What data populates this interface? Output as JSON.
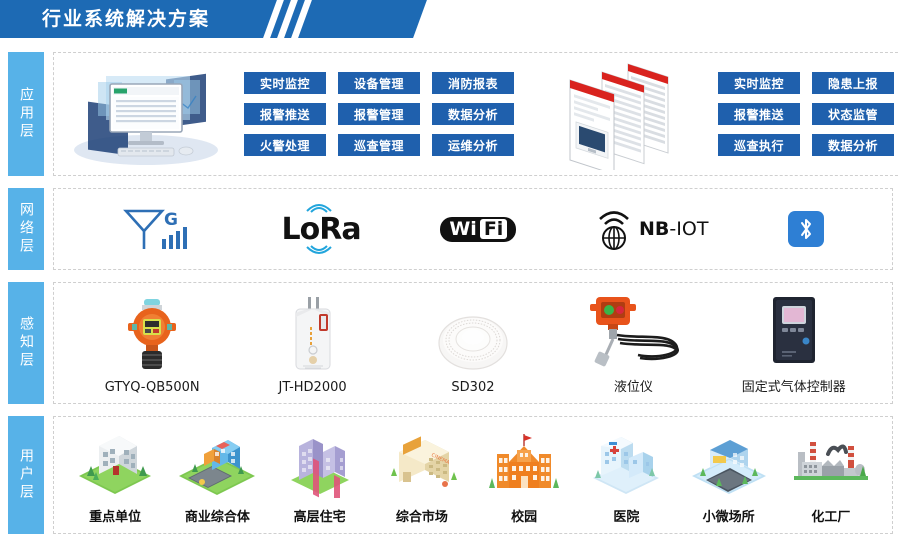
{
  "header": {
    "title": "行业系统解决方案",
    "accent_color": "#1d6ab4",
    "slash_count": 3
  },
  "layers": [
    {
      "id": "application",
      "tag": "应用层",
      "tag_color": "#57b2e8",
      "groups": [
        {
          "art": "desktop-monitor-dashboard",
          "buttons": [
            "实时监控",
            "设备管理",
            "消防报表",
            "报警推送",
            "报警管理",
            "数据分析",
            "火警处理",
            "巡查管理",
            "运维分析"
          ]
        },
        {
          "art": "mobile-app-screens",
          "buttons": [
            "实时监控",
            "隐患上报",
            "报警推送",
            "状态监管",
            "巡查执行",
            "数据分析"
          ]
        }
      ]
    },
    {
      "id": "network",
      "tag": "网络层",
      "tag_color": "#57b2e8",
      "items": [
        {
          "icon": "cellular-4g-antenna-icon",
          "label": "G"
        },
        {
          "icon": "lora-logo-icon",
          "label": "LoRa"
        },
        {
          "icon": "wifi-logo-icon",
          "label_a": "Wi",
          "label_b": "Fi"
        },
        {
          "icon": "nb-iot-globe-icon",
          "label_bold": "NB",
          "label_thin": "-IOT"
        },
        {
          "icon": "bluetooth-icon",
          "label": ""
        }
      ]
    },
    {
      "id": "sensing",
      "tag": "感知层",
      "tag_color": "#57b2e8",
      "devices": [
        {
          "art": "gas-detector-orange-icon",
          "label": "GTYQ-QB500N"
        },
        {
          "art": "gas-alarm-white-wall-icon",
          "label": "JT-HD2000"
        },
        {
          "art": "smoke-detector-round-icon",
          "label": "SD302"
        },
        {
          "art": "liquid-level-probe-icon",
          "label": "液位仪"
        },
        {
          "art": "gas-controller-panel-icon",
          "label": "固定式气体控制器"
        }
      ]
    },
    {
      "id": "user",
      "tag": "用户层",
      "tag_color": "#57b2e8",
      "scenes": [
        {
          "art": "key-unit-building-icon",
          "label": "重点单位"
        },
        {
          "art": "commercial-complex-icon",
          "label": "商业综合体"
        },
        {
          "art": "high-rise-residential-icon",
          "label": "高层住宅"
        },
        {
          "art": "comprehensive-market-icon",
          "label": "综合市场"
        },
        {
          "art": "school-campus-icon",
          "label": "校园"
        },
        {
          "art": "hospital-icon",
          "label": "医院"
        },
        {
          "art": "small-micro-venue-icon",
          "label": "小微场所"
        },
        {
          "art": "chemical-plant-icon",
          "label": "化工厂"
        }
      ]
    }
  ],
  "colors": {
    "button_blue": "#1f60ad",
    "tag_blue": "#57b2e8",
    "banner_blue": "#1d6ab4",
    "panel_border": "#cfcfcf"
  }
}
